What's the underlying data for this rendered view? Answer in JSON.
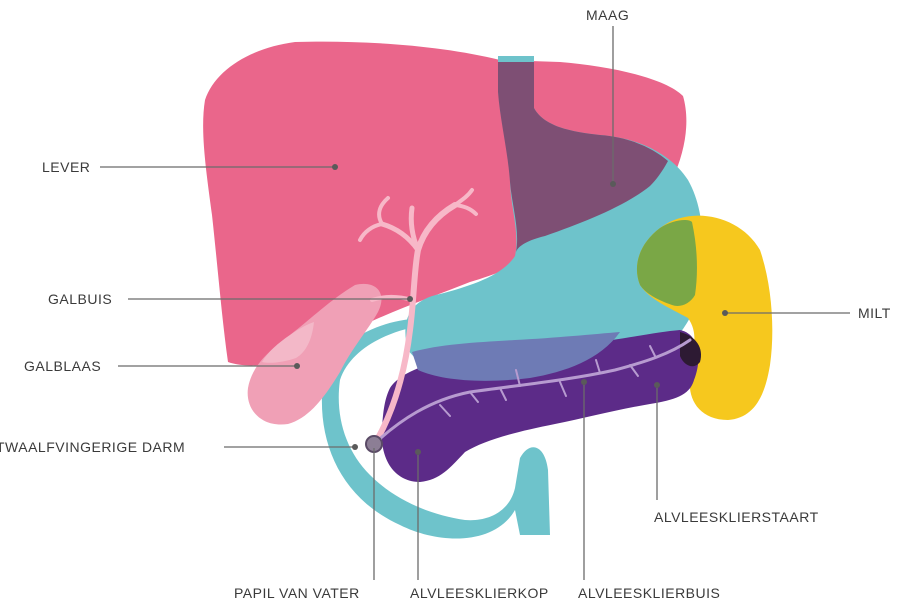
{
  "labels": {
    "maag": "MAAG",
    "lever": "LEVER",
    "galbuis": "GALBUIS",
    "galblaas": "GALBLAAS",
    "twaalfvingerige_darm": "TWAALFVINGERIGE DARM",
    "milt": "MILT",
    "alvleesklierstaart": "ALVLEESKLIERSTAART",
    "papil_van_vater": "PAPIL VAN VATER",
    "alvleesklierkop": "ALVLEESKLIERKOP",
    "alvleesklierbuis": "ALVLEESKLIERBUIS"
  },
  "colors": {
    "liver": "#EA668B",
    "stomach": "#6EC3CB",
    "overlap": "#7E4F74",
    "spleen": "#F6C81E",
    "pancreas": "#5C2B88",
    "gallbladder": "#F0A0B6",
    "bile_duct": "#F7B8C8",
    "pancreatic_duct": "#B79BD0"
  }
}
